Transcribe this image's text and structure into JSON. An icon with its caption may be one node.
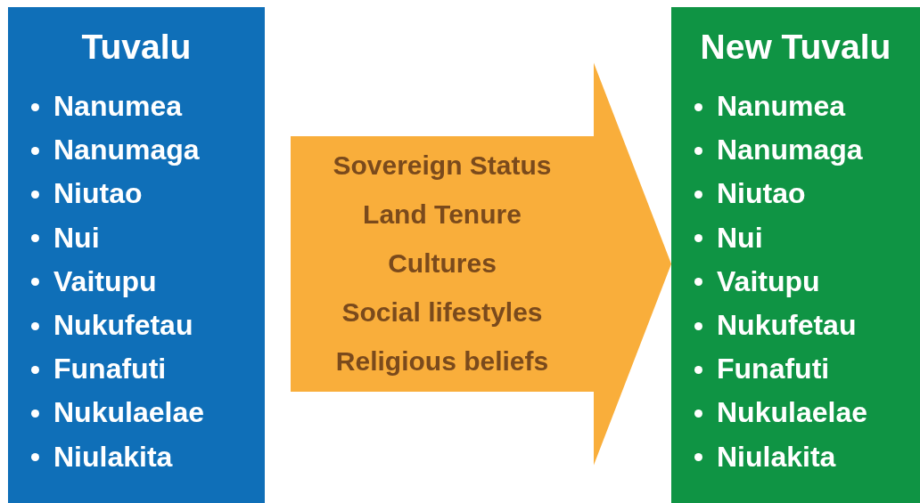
{
  "diagram": {
    "nodes": [
      {
        "text": [
          "Tuvalu",
          "Nanumea",
          "Nanumaga",
          "Niutao",
          "Nui",
          "Vaitupu",
          "Nukufetau",
          "Funafuti",
          "Nukulaelae",
          "Niulakita"
        ]
      },
      {
        "text": [
          "Sovereign Status",
          "Land Tenure",
          "Cultures",
          "Social lifestyles",
          "Religious beliefs"
        ]
      },
      {
        "text": [
          "New Tuvalu",
          "Nanumea",
          "Nanumaga",
          "Niutao",
          "Nui",
          "Vaitupu",
          "Nukufetau",
          "Funafuti",
          "Nukulaelae",
          "Niulakita"
        ]
      }
    ],
    "edges": [
      {
        "from": 0,
        "to": 2,
        "arrow": "to"
      }
    ]
  }
}
